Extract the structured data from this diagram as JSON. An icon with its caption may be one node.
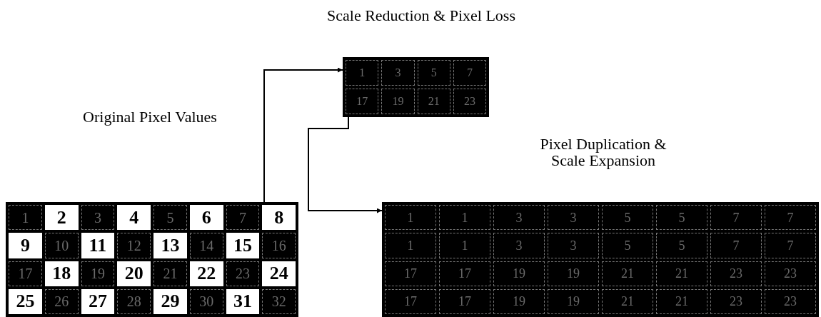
{
  "diagram": {
    "nodes": [
      {
        "text": [
          "1",
          "2",
          "3",
          "4",
          "5",
          "6",
          "7",
          "8",
          "9",
          "10",
          "11",
          "12",
          "13",
          "14",
          "15",
          "16",
          "17",
          "18",
          "19",
          "20",
          "21",
          "22",
          "23",
          "24",
          "25",
          "26",
          "27",
          "28",
          "29",
          "30",
          "31",
          "32"
        ]
      },
      {
        "text": [
          "1",
          "3",
          "5",
          "7",
          "17",
          "19",
          "21",
          "23"
        ]
      },
      {
        "text": [
          "1",
          "1",
          "3",
          "3",
          "5",
          "5",
          "7",
          "7",
          "1",
          "1",
          "3",
          "3",
          "5",
          "5",
          "7",
          "7",
          "17",
          "17",
          "19",
          "19",
          "21",
          "21",
          "23",
          "23",
          "17",
          "17",
          "19",
          "19",
          "21",
          "21",
          "23",
          "23"
        ]
      }
    ],
    "edges": [
      {
        "from": 0,
        "to": 1,
        "arrow": "to"
      },
      {
        "from": 1,
        "to": 2,
        "arrow": "to"
      }
    ],
    "labels": [
      "Scale Reduction & Pixel Loss",
      "Pixel Duplication & Scale Expansion",
      "Original Pixel Values"
    ]
  }
}
